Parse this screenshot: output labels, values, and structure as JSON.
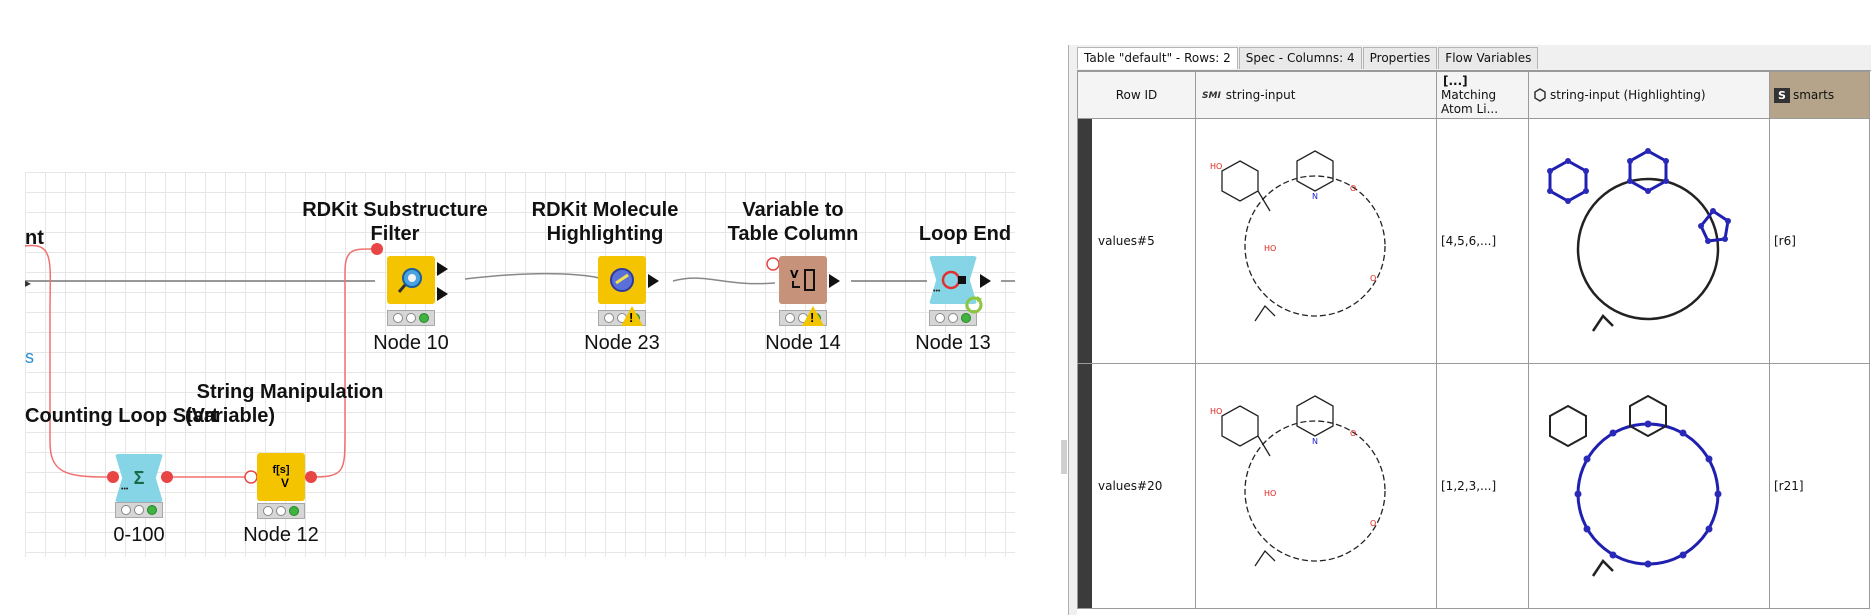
{
  "workflow": {
    "nodes": [
      {
        "id": "counting-loop-start",
        "title_lines": [
          "Counting Loop Start"
        ],
        "label": "0-100",
        "icon": "sigma-icon"
      },
      {
        "id": "string-manipulation",
        "title_lines": [
          "String Manipulation",
          "(Variable)"
        ],
        "label": "Node 12",
        "icon": "string-manipulation-icon"
      },
      {
        "id": "rdkit-substructure-filter",
        "title_lines": [
          "RDKit Substructure",
          "Filter"
        ],
        "label": "Node 10",
        "icon": "substructure-search-icon"
      },
      {
        "id": "rdkit-molecule-highlighting",
        "title_lines": [
          "RDKit Molecule",
          "Highlighting"
        ],
        "label": "Node 23",
        "icon": "highlighting-icon"
      },
      {
        "id": "variable-to-table-column",
        "title_lines": [
          "Variable to",
          "Table Column"
        ],
        "label": "Node 14",
        "icon": "variable-to-column-icon"
      },
      {
        "id": "loop-end",
        "title_lines": [
          "Loop End"
        ],
        "label": "Node 13",
        "icon": "loop-end-icon"
      }
    ],
    "cut_title": "nt",
    "cut_glyph": "s",
    "glyphs": {
      "sigma": "Σ",
      "fs": "f[s]",
      "v": "V",
      "dots": "•••",
      "warn": "!"
    }
  },
  "table_view": {
    "tabs": [
      "Table \"default\" - Rows: 2",
      "Spec - Columns: 4",
      "Properties",
      "Flow Variables"
    ],
    "active_tab": 0,
    "columns": [
      {
        "label": "Row ID",
        "badge": ""
      },
      {
        "label": "string-input",
        "badge": "SMI"
      },
      {
        "label": "Matching\nAtom Li...",
        "badge": "[...]"
      },
      {
        "label": "string-input (Highlighting)",
        "badge": "mol"
      },
      {
        "label": "smarts",
        "badge": "S"
      }
    ],
    "rows": [
      {
        "row_id": "values#5",
        "matching": "[4,5,6,...]",
        "smarts": "[r6]"
      },
      {
        "row_id": "values#20",
        "matching": "[1,2,3,...]",
        "smarts": "[r21]"
      }
    ]
  },
  "colors": {
    "wire": "#f07070",
    "port": "#e84545",
    "yellow": "#f5c400",
    "tan": "#c6937a",
    "cyan": "#86d5e6",
    "highlight": "#2020b0",
    "oxygen": "#e0201a",
    "nitrogen": "#2020d0"
  }
}
